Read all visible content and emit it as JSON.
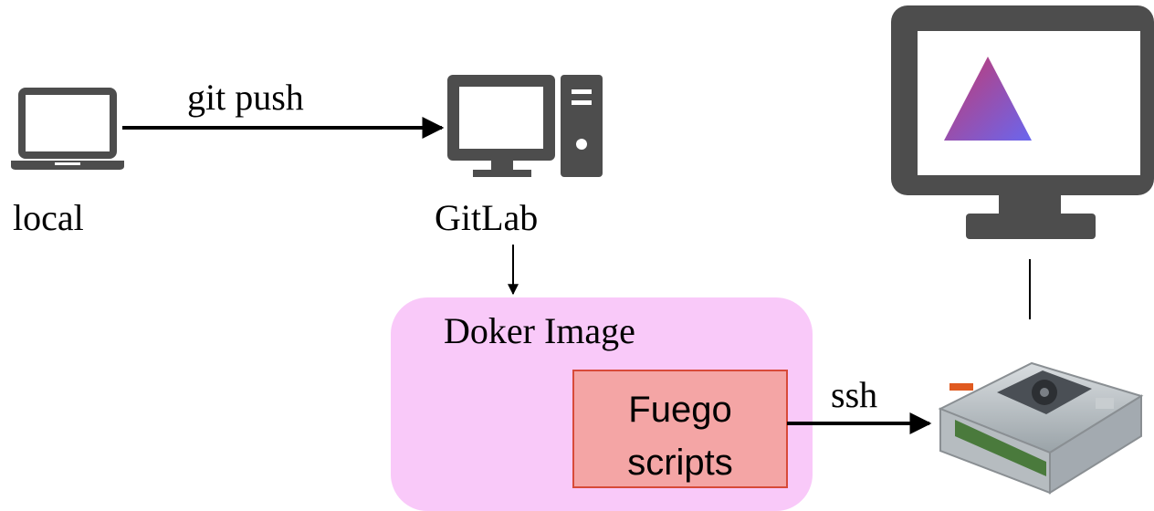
{
  "nodes": {
    "local": {
      "label": "local",
      "icon": "laptop-icon"
    },
    "gitlab": {
      "label": "GitLab",
      "icon": "desktop-computer-icon"
    },
    "docker": {
      "label": "Doker Image",
      "color": "#f9c9f9"
    },
    "fuego": {
      "line1": "Fuego",
      "line2": "scripts",
      "color": "#f4a5a5",
      "border": "#d84a3a"
    },
    "display": {
      "icon": "monitor-icon"
    },
    "board": {
      "icon": "rcar-board-image"
    }
  },
  "edges": {
    "push": {
      "label": "git push"
    },
    "ssh": {
      "label": "ssh"
    }
  },
  "colors": {
    "icon": "#4d4d4d",
    "triangle_start": "#c4396e",
    "triangle_end": "#6a66ee"
  }
}
